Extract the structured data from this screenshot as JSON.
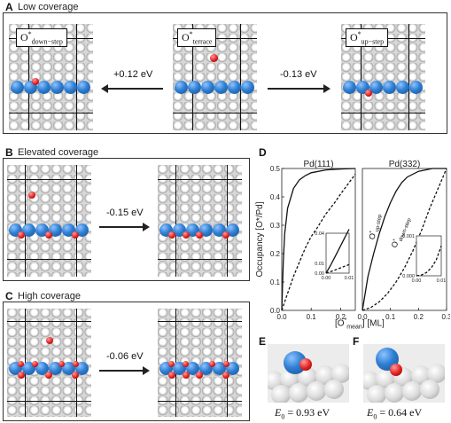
{
  "panels": {
    "A": {
      "letter": "A",
      "title": "Low coverage",
      "labels": {
        "down": {
          "main": "O",
          "sup": "*",
          "sub": "down−step"
        },
        "terrace": {
          "main": "O",
          "sup": "*",
          "sub": "terrace"
        },
        "up": {
          "main": "O",
          "sup": "*",
          "sub": "up−step"
        }
      },
      "energies": {
        "left": "+0.12 eV",
        "right": "-0.13 eV"
      }
    },
    "B": {
      "letter": "B",
      "title": "Elevated coverage",
      "energy": "-0.15 eV"
    },
    "C": {
      "letter": "C",
      "title": "High coverage",
      "energy": "-0.06 eV"
    },
    "D": {
      "letter": "D",
      "ylabel": "Occupancy [O*/Pd]",
      "xlabel": "[O*mean] [ML]",
      "xlabel_parts": {
        "open": "[O",
        "sup": "*",
        "sub": "mean",
        "close": "] [ML]"
      }
    },
    "E": {
      "letter": "E",
      "e0": {
        "symbol": "E",
        "sub": "0",
        "value": " = 0.93 eV"
      }
    },
    "F": {
      "letter": "F",
      "e0": {
        "symbol": "E",
        "sub": "0",
        "value": " = 0.64 eV"
      }
    }
  },
  "colors": {
    "pd_atom": "#dcdcdc",
    "oxygen": "#e01f1f",
    "step_atom": "#2e7fd3",
    "frame": "#111111"
  },
  "chart_data": [
    {
      "type": "line",
      "title": "Pd(111)",
      "xlabel": "[O*mean] [ML]",
      "ylabel": "Occupancy [O*/Pd]",
      "xlim": [
        0,
        0.25
      ],
      "ylim": [
        0,
        0.5
      ],
      "xticks": [
        "0.0",
        "0.1",
        "0.2"
      ],
      "yticks": [
        "0.0",
        "0.1",
        "0.2",
        "0.3",
        "0.4",
        "0.5"
      ],
      "series": [
        {
          "name": "O*up-step",
          "style": "solid",
          "x": [
            0,
            0.005,
            0.01,
            0.02,
            0.04,
            0.06,
            0.08,
            0.1,
            0.15,
            0.2,
            0.25
          ],
          "y": [
            0,
            0.17,
            0.27,
            0.36,
            0.43,
            0.46,
            0.475,
            0.485,
            0.495,
            0.498,
            0.5
          ]
        },
        {
          "name": "O*down-step",
          "style": "dashed",
          "x": [
            0,
            0.02,
            0.04,
            0.06,
            0.08,
            0.1,
            0.12,
            0.15,
            0.18,
            0.2,
            0.25
          ],
          "y": [
            0,
            0.06,
            0.12,
            0.17,
            0.22,
            0.26,
            0.29,
            0.34,
            0.38,
            0.41,
            0.48
          ]
        }
      ],
      "inset": {
        "xlim": [
          0,
          0.01
        ],
        "ylim": [
          0,
          0.04
        ],
        "xticks": [
          "0.00",
          "0.01"
        ],
        "yticks": [
          "0.00",
          "0.01",
          "0.04"
        ],
        "series": [
          {
            "style": "solid",
            "x": [
              0,
              0.002,
              0.004,
              0.006,
              0.008,
              0.01
            ],
            "y": [
              0,
              0.008,
              0.017,
              0.026,
              0.035,
              0.044
            ]
          },
          {
            "style": "dashed",
            "x": [
              0,
              0.002,
              0.004,
              0.006,
              0.008,
              0.01
            ],
            "y": [
              0,
              0.0016,
              0.0032,
              0.005,
              0.0068,
              0.0085
            ]
          }
        ]
      }
    },
    {
      "type": "line",
      "title": "Pd(332)",
      "xlabel": "[O*mean] [ML]",
      "ylabel": "",
      "xlim": [
        0,
        0.3
      ],
      "ylim": [
        0,
        0.5
      ],
      "xticks": [
        "0.0",
        "0.1",
        "0.2",
        "0.3"
      ],
      "yticks": [],
      "annotations": [
        "O*up-step",
        "O*down-step"
      ],
      "series": [
        {
          "name": "O*up-step",
          "style": "solid",
          "x": [
            0,
            0.02,
            0.04,
            0.06,
            0.08,
            0.1,
            0.12,
            0.14,
            0.16,
            0.2,
            0.25,
            0.3
          ],
          "y": [
            0,
            0.12,
            0.2,
            0.27,
            0.33,
            0.38,
            0.42,
            0.45,
            0.47,
            0.49,
            0.5,
            0.5
          ]
        },
        {
          "name": "O*down-step",
          "style": "dashed",
          "x": [
            0,
            0.03,
            0.06,
            0.09,
            0.12,
            0.15,
            0.18,
            0.21,
            0.24,
            0.27,
            0.3
          ],
          "y": [
            0,
            0.01,
            0.03,
            0.06,
            0.1,
            0.15,
            0.21,
            0.28,
            0.36,
            0.43,
            0.5
          ]
        }
      ],
      "inset": {
        "xlim": [
          0,
          0.01
        ],
        "ylim": [
          0,
          0.001
        ],
        "xticks": [
          "0.00",
          "0.01"
        ],
        "yticks": [
          "0.000",
          "0.001"
        ],
        "series": [
          {
            "style": "dashed",
            "x": [
              0,
              0.002,
              0.004,
              0.006,
              0.008,
              0.01
            ],
            "y": [
              0,
              2e-05,
              8e-05,
              0.0002,
              0.0004,
              0.00075
            ]
          }
        ]
      }
    }
  ]
}
